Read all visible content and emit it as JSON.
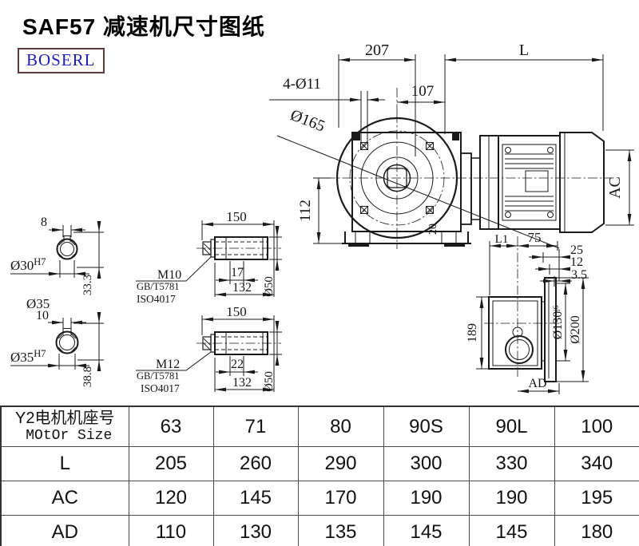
{
  "title": "SAF57 减速机尺寸图纸",
  "logo": "BOSERL",
  "drawing": {
    "main_view": {
      "dim_width_207": "207",
      "dim_length_L": "L",
      "dim_107": "107",
      "holes_label": "4-Ø11",
      "bolt_circle_dia": "Ø165",
      "dim_height_112": "112",
      "dim_motor_dia_AC": "AC",
      "dim_20": "20"
    },
    "shaft_section_top": {
      "keyway_width": "8",
      "bore_dia": "Ø30",
      "bore_tol": "H7",
      "keyway_depth": "33.3"
    },
    "shaft_dia_label": "Ø35",
    "shaft_section_bottom": {
      "keyway_width": "10",
      "bore_dia": "Ø35",
      "bore_tol": "H7",
      "keyway_depth": "38.8"
    },
    "hollow_shaft_top": {
      "length": "150",
      "bolt_thread": "M10",
      "standard_gb": "GB/T5781",
      "standard_iso": "ISO4017",
      "thread_depth": "17",
      "insert_depth": "132",
      "outer_dia": "Ø50"
    },
    "hollow_shaft_bottom": {
      "length": "150",
      "bolt_thread": "M12",
      "standard_gb": "GB/T5781",
      "standard_iso": "ISO4017",
      "thread_depth": "22",
      "insert_depth": "132",
      "outer_dia": "Ø50"
    },
    "side_view": {
      "dim_L1": "L1",
      "dim_75": "75",
      "dim_25": "25",
      "dim_12": "12",
      "dim_3_5": "3.5",
      "dim_height_189": "189",
      "flange_spigot_dia": "Ø130",
      "flange_spigot_tol": "j6",
      "flange_outer_dia": "Ø200",
      "dim_AD": "AD"
    }
  },
  "table": {
    "header_cn": "Y2电机机座号",
    "header_en": "MOtOr Size",
    "motor_sizes": [
      "63",
      "71",
      "80",
      "90S",
      "90L",
      "100"
    ],
    "rows": [
      {
        "label": "L",
        "values": [
          "205",
          "260",
          "290",
          "300",
          "330",
          "340"
        ]
      },
      {
        "label": "AC",
        "values": [
          "120",
          "145",
          "170",
          "190",
          "190",
          "195"
        ]
      },
      {
        "label": "AD",
        "values": [
          "110",
          "130",
          "135",
          "145",
          "145",
          "180"
        ]
      }
    ]
  },
  "colors": {
    "line": "#1a1a1a",
    "logo_text": "#1c1cb8",
    "logo_border": "#5a3a3a"
  }
}
